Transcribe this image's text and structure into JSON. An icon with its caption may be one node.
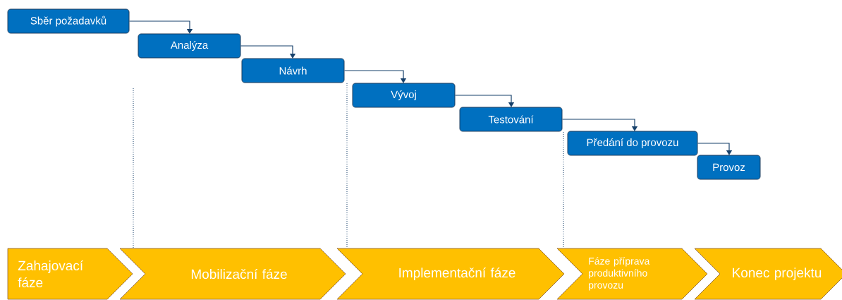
{
  "diagram": {
    "nodes": [
      {
        "text": [
          "Sběr požadavků"
        ]
      },
      {
        "text": [
          "Analýza"
        ]
      },
      {
        "text": [
          "Návrh"
        ]
      },
      {
        "text": [
          "Vývoj"
        ]
      },
      {
        "text": [
          "Testování"
        ]
      },
      {
        "text": [
          "Předání do provozu"
        ]
      },
      {
        "text": [
          "Provoz"
        ]
      },
      {
        "text": [
          "Zahajovací fáze"
        ]
      },
      {
        "text": [
          "Mobilizační fáze"
        ]
      },
      {
        "text": [
          "Implementační fáze"
        ]
      },
      {
        "text": [
          "Fáze příprava produktivního provozu"
        ]
      },
      {
        "text": [
          "Konec projektu"
        ]
      }
    ],
    "edges": [
      {
        "from": 0,
        "to": 1,
        "arrow": "to"
      },
      {
        "from": 1,
        "to": 2,
        "arrow": "to"
      },
      {
        "from": 2,
        "to": 3,
        "arrow": "to"
      },
      {
        "from": 3,
        "to": 4,
        "arrow": "to"
      },
      {
        "from": 4,
        "to": 5,
        "arrow": "to"
      },
      {
        "from": 5,
        "to": 6,
        "arrow": "to"
      }
    ]
  }
}
